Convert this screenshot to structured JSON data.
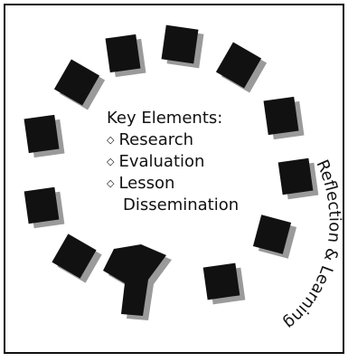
{
  "center": {
    "title": "Key Elements:",
    "bullet_symbol": "◇",
    "items": [
      "Research",
      "Evaluation",
      "Lesson"
    ],
    "continuation": "Dissemination"
  },
  "curved_label": "Reflection & Learning",
  "colors": {
    "block": "#111111",
    "shadow": "#9a9a9a",
    "frame": "#111111"
  }
}
